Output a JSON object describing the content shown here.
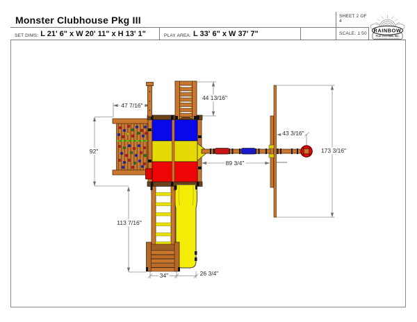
{
  "header": {
    "title": "Monster Clubhouse Pkg III",
    "sheet": "SHEET 2 OF 4",
    "scale": "SCALE: 1:50",
    "set_dims_label": "SET DIMS:",
    "set_dims": "L 21' 6\" x W 20' 11\" x H 13' 1\"",
    "play_area_label": "PLAY AREA:",
    "play_area": "L 33' 6\" x W 37' 7\""
  },
  "logo": {
    "brand": "RAINBOW",
    "company": "PLAY SYSTEMS, INC.",
    "tagline": "FOR RESIDENTIAL PLAY EQUIPMENT"
  },
  "dimensions": {
    "rock_wall_width": "47 7/16\"",
    "entry_ladder_depth": "44 13/16\"",
    "left_depth": "92\"",
    "ladder_side_length": "113 7/16\"",
    "beam_to_frame": "89 3/4\"",
    "frame_to_tire": "43 3/16\"",
    "overall_width": "173 3/16\"",
    "steps_width": "34\"",
    "slide_width": "26 3/4\""
  },
  "colors": {
    "canopy_blue": "#0808e8",
    "canopy_yellow": "#e5da05",
    "canopy_red": "#ee0606",
    "wood": "#c9772f",
    "slide_yellow": "#f2ec06",
    "tire_red": "#e00808",
    "dim_line": "#909090"
  }
}
